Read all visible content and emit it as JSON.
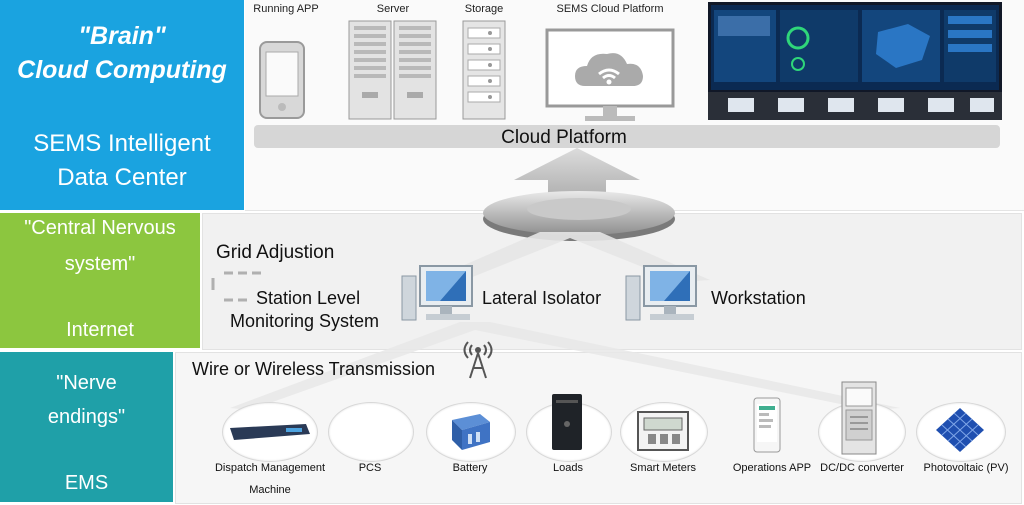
{
  "layers": {
    "brain": {
      "title_line1": "\"Brain\"",
      "title_line2": "Cloud Computing",
      "subtitle_line1": "SEMS Intelligent",
      "subtitle_line2": "Data Center",
      "color": "#1aa3e0"
    },
    "cns": {
      "title_line1": "\"Central Nervous",
      "title_line2": "system\"",
      "subtitle": "Internet",
      "color": "#8cc63f"
    },
    "nerve": {
      "title_line1": "\"Nerve",
      "title_line2": "endings\"",
      "subtitle": "EMS",
      "color": "#1fa0a8"
    }
  },
  "cloud_layer": {
    "labels": [
      "Running APP",
      "Server",
      "Storage",
      "SEMS Cloud Platform"
    ],
    "bar_label": "Cloud Platform"
  },
  "network_layer": {
    "grid_label": "Grid Adjustion",
    "station_line1": "Station Level",
    "station_line2": "Monitoring System",
    "isolator": "Lateral Isolator",
    "workstation": "Workstation"
  },
  "device_layer": {
    "transmission": "Wire or Wireless Transmission",
    "devices": [
      {
        "line1": "Dispatch Management",
        "line2": "Machine"
      },
      {
        "line1": "PCS"
      },
      {
        "line1": "Battery"
      },
      {
        "line1": "Loads"
      },
      {
        "line1": "Smart Meters"
      },
      {
        "line1": "Operations APP"
      },
      {
        "line1": "DC/DC converter"
      },
      {
        "line1": "Photovoltaic (PV)"
      }
    ]
  }
}
